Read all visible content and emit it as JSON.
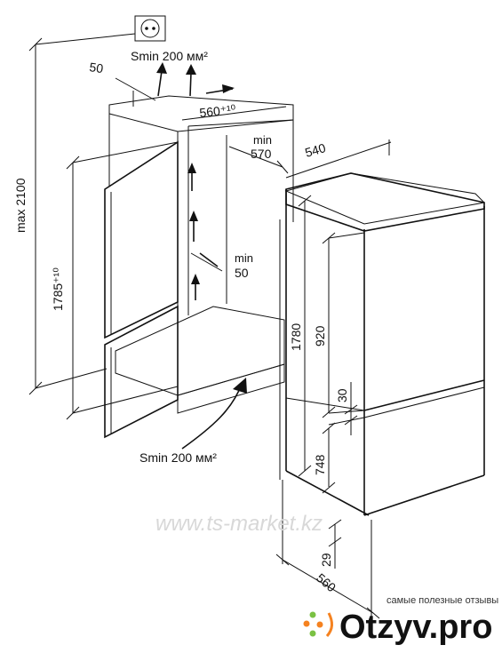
{
  "labels": {
    "vent_top": "Smin 200 мм²",
    "vent_bottom": "Smin 200 мм²",
    "depth_top": "50",
    "width_niche": "560⁺¹⁰",
    "min_depth_label": "min",
    "min_depth_value": "570",
    "depth_appliance": "540",
    "height_max": "max 2100",
    "height_niche": "1785⁺¹⁰",
    "gap_label": "min",
    "gap_value": "50",
    "height_appliance": "1780",
    "height_upper": "920",
    "height_mid": "30",
    "height_lower": "748",
    "height_base": "29",
    "depth_bottom": "560"
  },
  "watermark": "www.ts-market.kz",
  "brand": {
    "note": "самые полезные отзывы",
    "name": "Otzyv.pro"
  },
  "colors": {
    "line": "#111111",
    "brand_accent": "#f58220",
    "brand_green": "#7ac143"
  },
  "icons": [
    "power-socket-icon",
    "airflow-arrow-icon",
    "brand-logo-icon"
  ]
}
